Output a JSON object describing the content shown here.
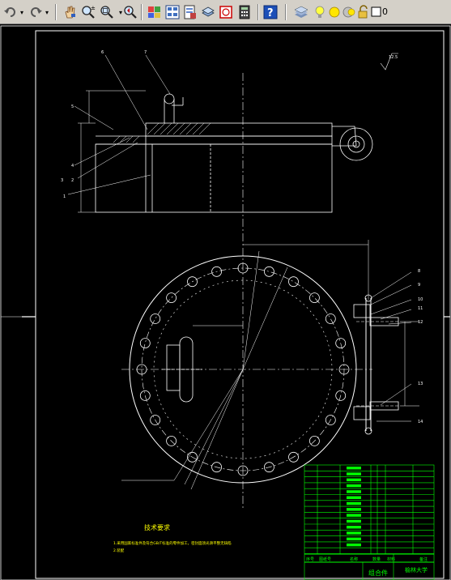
{
  "toolbar": {
    "buttons": [
      {
        "name": "undo-button",
        "icon": "undo-icon"
      },
      {
        "name": "redo-button",
        "icon": "redo-icon"
      },
      {
        "name": "pan-button",
        "icon": "pan-hand-icon"
      },
      {
        "name": "zoom-realtime-button",
        "icon": "zoom-realtime-icon"
      },
      {
        "name": "zoom-window-button",
        "icon": "zoom-window-icon"
      },
      {
        "name": "zoom-previous-button",
        "icon": "zoom-previous-icon"
      },
      {
        "name": "properties-button",
        "icon": "properties-icon"
      },
      {
        "name": "design-center-button",
        "icon": "design-center-icon"
      },
      {
        "name": "tool-palettes-button",
        "icon": "tool-palettes-icon"
      },
      {
        "name": "sheet-set-button",
        "icon": "sheet-set-icon"
      },
      {
        "name": "markup-button",
        "icon": "markup-icon"
      },
      {
        "name": "calculator-button",
        "icon": "calculator-icon"
      },
      {
        "name": "help-button",
        "icon": "help-icon"
      },
      {
        "name": "layer-manager-button",
        "icon": "layers-icon"
      }
    ],
    "layer_value": "0"
  },
  "drawing": {
    "tech_title": "技术要求",
    "tech_note": "1.采用国家标准件及符合GB/T标准的零件加工，密封面须光滑平整无缺陷",
    "tech_note2": "2.装配",
    "title_block": {
      "company": "榆林大学",
      "assembly": "组合件",
      "row_labels": [
        "序号",
        "图纸号",
        "名称",
        "数量",
        "材料",
        "备注"
      ]
    },
    "callouts": [
      "1",
      "2",
      "3",
      "4",
      "5",
      "6",
      "7",
      "8",
      "9",
      "10",
      "11",
      "12",
      "13",
      "14"
    ],
    "roughness": "12.5"
  },
  "colors": {
    "canvas": "#000000",
    "lines": "#ffffff",
    "title_block": "#00ff00",
    "accent_text": "#ffff00"
  }
}
